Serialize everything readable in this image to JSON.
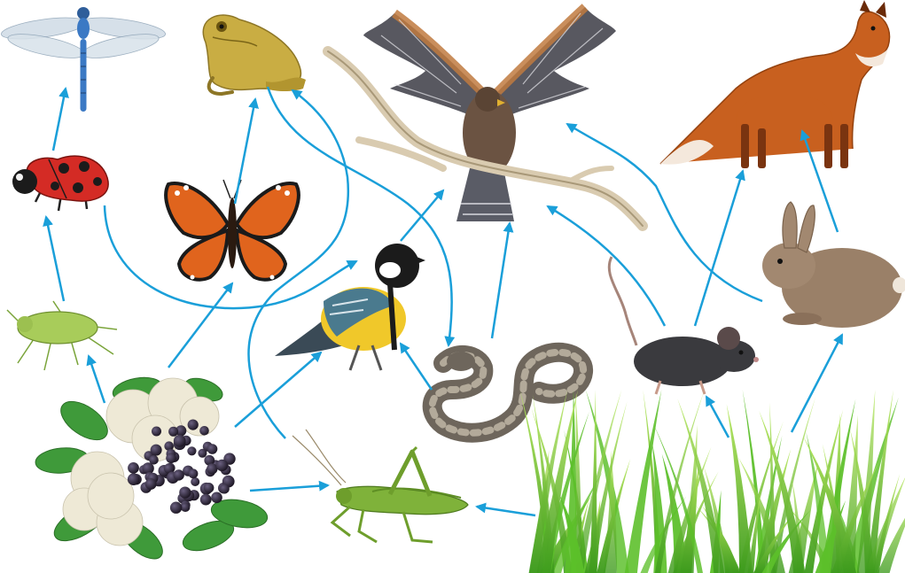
{
  "diagram": {
    "organisms": [
      {
        "id": "dragonfly",
        "name": "dragonfly"
      },
      {
        "id": "frog",
        "name": "frog"
      },
      {
        "id": "hawk",
        "name": "hawk"
      },
      {
        "id": "fox",
        "name": "fox"
      },
      {
        "id": "ladybug",
        "name": "ladybug"
      },
      {
        "id": "butterfly",
        "name": "butterfly"
      },
      {
        "id": "aphid",
        "name": "aphid"
      },
      {
        "id": "tit",
        "name": "great tit"
      },
      {
        "id": "snake",
        "name": "snake"
      },
      {
        "id": "mouse",
        "name": "mouse"
      },
      {
        "id": "rabbit",
        "name": "rabbit"
      },
      {
        "id": "elderberry",
        "name": "elderberry"
      },
      {
        "id": "grasshopper",
        "name": "grasshopper"
      },
      {
        "id": "grass",
        "name": "grass"
      }
    ],
    "links": [
      {
        "from": "ladybug",
        "to": "dragonfly"
      },
      {
        "from": "aphid",
        "to": "ladybug"
      },
      {
        "from": "elderberry",
        "to": "aphid"
      },
      {
        "from": "elderberry",
        "to": "butterfly"
      },
      {
        "from": "elderberry",
        "to": "tit"
      },
      {
        "from": "elderberry",
        "to": "grasshopper"
      },
      {
        "from": "butterfly",
        "to": "frog"
      },
      {
        "from": "grasshopper",
        "to": "frog"
      },
      {
        "from": "ladybug",
        "to": "tit"
      },
      {
        "from": "tit",
        "to": "hawk"
      },
      {
        "from": "frog",
        "to": "snake"
      },
      {
        "from": "snake",
        "to": "tit"
      },
      {
        "from": "snake",
        "to": "hawk"
      },
      {
        "from": "mouse",
        "to": "hawk"
      },
      {
        "from": "mouse",
        "to": "fox"
      },
      {
        "from": "rabbit",
        "to": "hawk"
      },
      {
        "from": "rabbit",
        "to": "fox"
      },
      {
        "from": "grass",
        "to": "grasshopper"
      },
      {
        "from": "grass",
        "to": "mouse"
      },
      {
        "from": "grass",
        "to": "rabbit"
      }
    ],
    "colors": {
      "arrow": "#1a9fd9",
      "leaf": "#3f9a3a",
      "grass": "#5cbf2a",
      "fox": "#c8601f",
      "butterfly": "#e0641d",
      "ladybug": "#d42b25",
      "frog": "#c9ad43",
      "dragonfly": "#3b79c4",
      "hawk": "#6b5342",
      "snake": "#6e665c",
      "mouse": "#3a3a3e",
      "rabbit": "#9a8068",
      "tit_breast": "#f0c82a",
      "tit_wing": "#4a7a8e",
      "grasshopper": "#7fb23a",
      "elder_flower": "#eee9d6",
      "elder_berry": "#2a2230"
    }
  }
}
